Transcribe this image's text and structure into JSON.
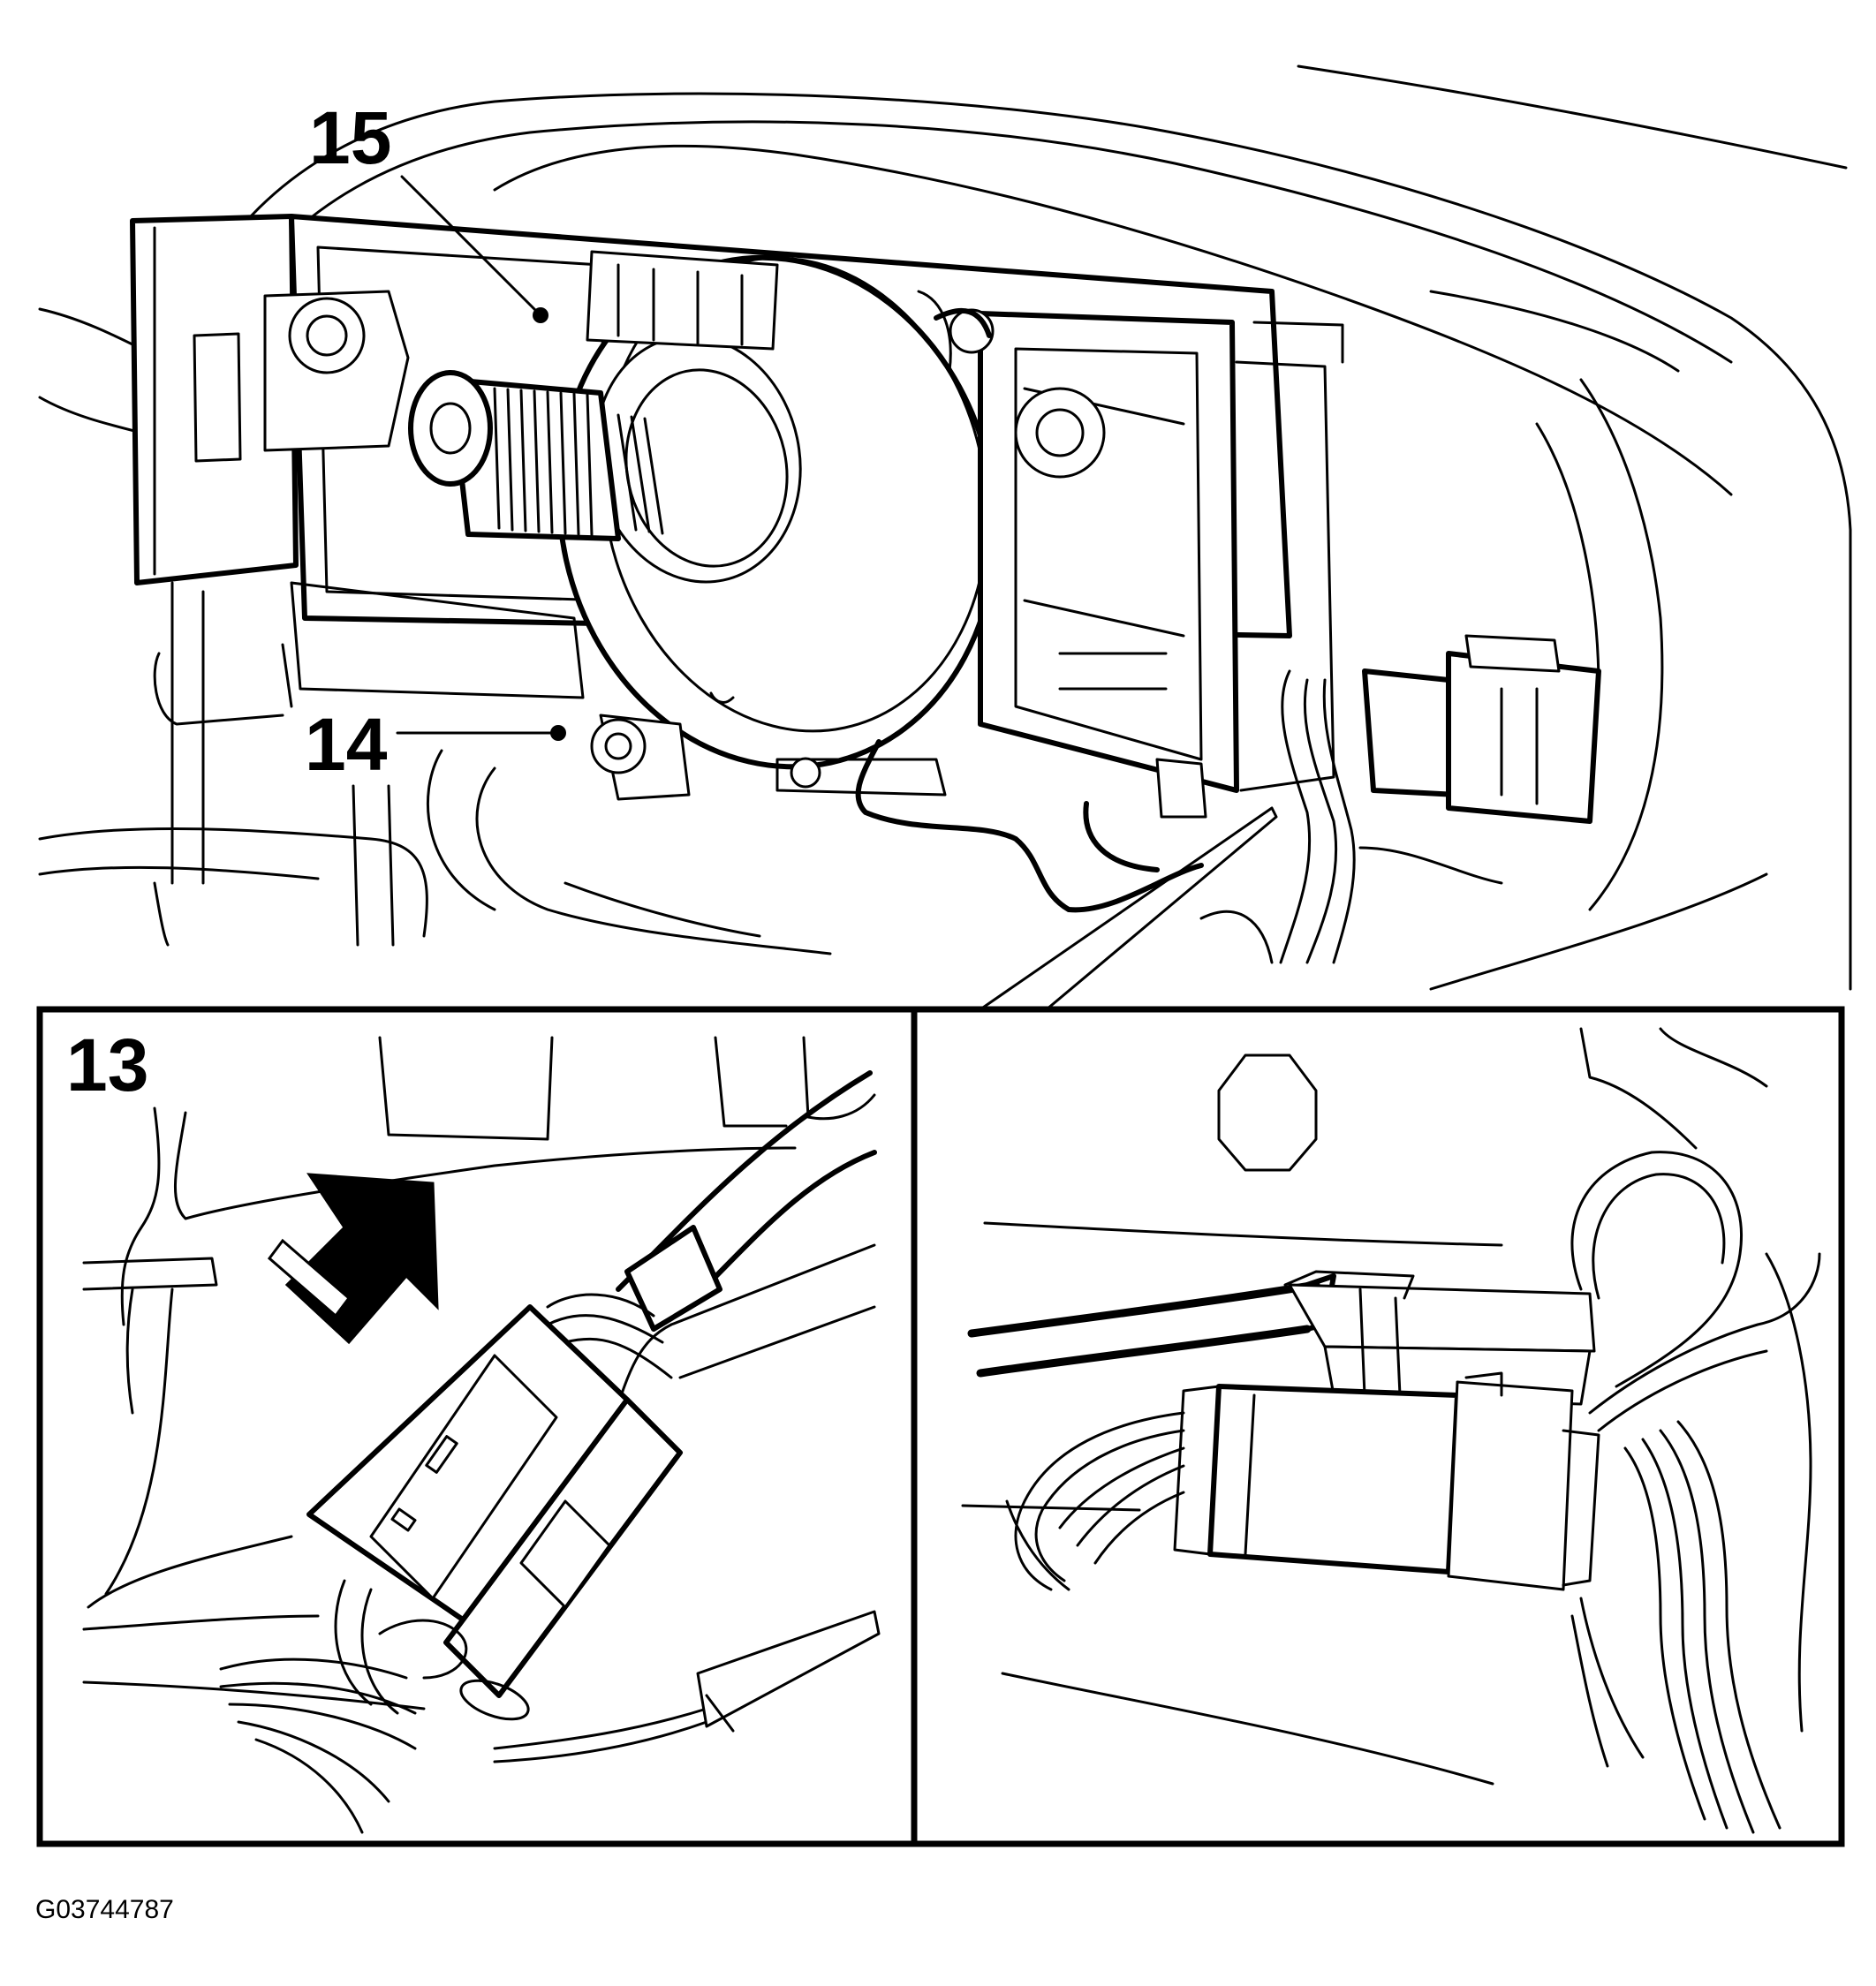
{
  "diagram": {
    "callouts": {
      "item_15": "15",
      "item_14": "14",
      "item_13": "13"
    },
    "figure_id": "G03744787"
  }
}
